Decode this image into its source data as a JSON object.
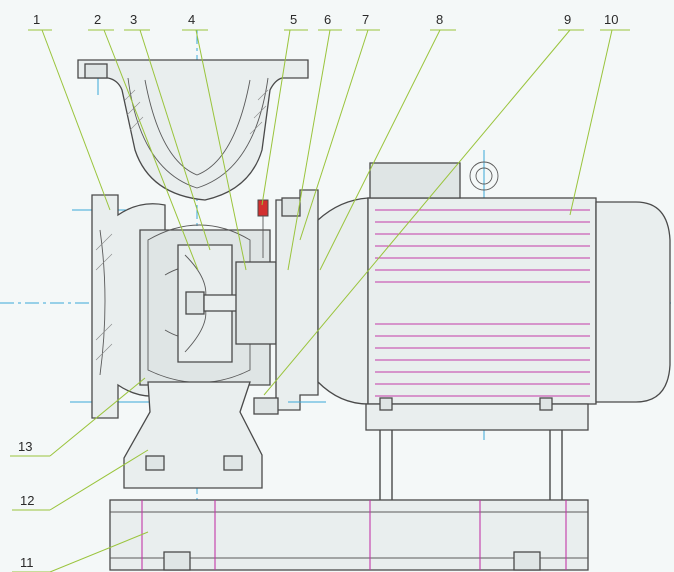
{
  "callouts": [
    {
      "id": "1",
      "label": "1"
    },
    {
      "id": "2",
      "label": "2"
    },
    {
      "id": "3",
      "label": "3"
    },
    {
      "id": "4",
      "label": "4"
    },
    {
      "id": "5",
      "label": "5"
    },
    {
      "id": "6",
      "label": "6"
    },
    {
      "id": "7",
      "label": "7"
    },
    {
      "id": "8",
      "label": "8"
    },
    {
      "id": "9",
      "label": "9"
    },
    {
      "id": "10",
      "label": "10"
    },
    {
      "id": "11",
      "label": "11"
    },
    {
      "id": "12",
      "label": "12"
    },
    {
      "id": "13",
      "label": "13"
    }
  ],
  "colors": {
    "background": "#f4f8f8",
    "outline": "#4a4a4a",
    "centerline": "#3aa8d8",
    "leader": "#9ac43c",
    "accent": "#c23aa8",
    "fastener": "#d23030"
  }
}
